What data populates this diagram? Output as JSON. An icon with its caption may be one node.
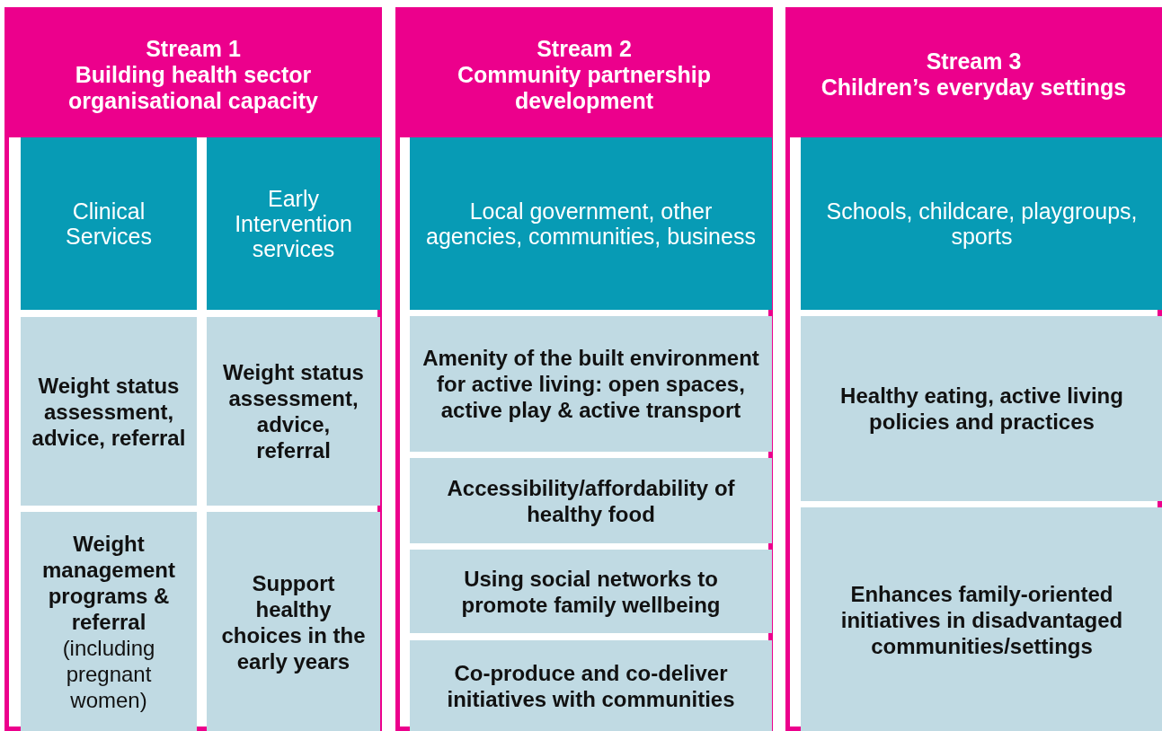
{
  "diagram": {
    "nodes": [
      {
        "text": [
          "Stream 1",
          "Building health sector organisational capacity"
        ]
      },
      {
        "text": [
          "Clinical Services"
        ],
        "in": 0
      },
      {
        "text": [
          "Early Intervention services"
        ],
        "in": 0
      },
      {
        "text": [
          "Weight status assessment, advice, referral"
        ],
        "in": 0
      },
      {
        "text": [
          "Weight status assessment, advice, referral"
        ],
        "in": 0
      },
      {
        "text": [
          "**Weight management programs & referral** (including pregnant women)"
        ],
        "in": 0
      },
      {
        "text": [
          "Support healthy choices in the early years"
        ],
        "in": 0
      },
      {
        "text": [
          "Stream 2",
          "Community partnership development"
        ]
      },
      {
        "text": [
          "Local government, other agencies, communities, business"
        ],
        "in": 7
      },
      {
        "text": [
          "Amenity of the built environment for active living: open spaces, active play & active transport"
        ],
        "in": 7
      },
      {
        "text": [
          "Accessibility/affordability of healthy food"
        ],
        "in": 7
      },
      {
        "text": [
          "Using social networks to promote family wellbeing"
        ],
        "in": 7
      },
      {
        "text": [
          "Co-produce and co-deliver initiatives with communities"
        ],
        "in": 7
      },
      {
        "text": [
          "Stream 3",
          "Children’s everyday settings"
        ]
      },
      {
        "text": [
          "Schools, childcare, playgroups, sports"
        ],
        "in": 13
      },
      {
        "text": [
          "Healthy eating, active living policies and practices"
        ],
        "in": 13
      },
      {
        "text": [
          "Enhances family-oriented initiatives in disadvantaged communities/settings"
        ],
        "in": 13
      }
    ]
  }
}
